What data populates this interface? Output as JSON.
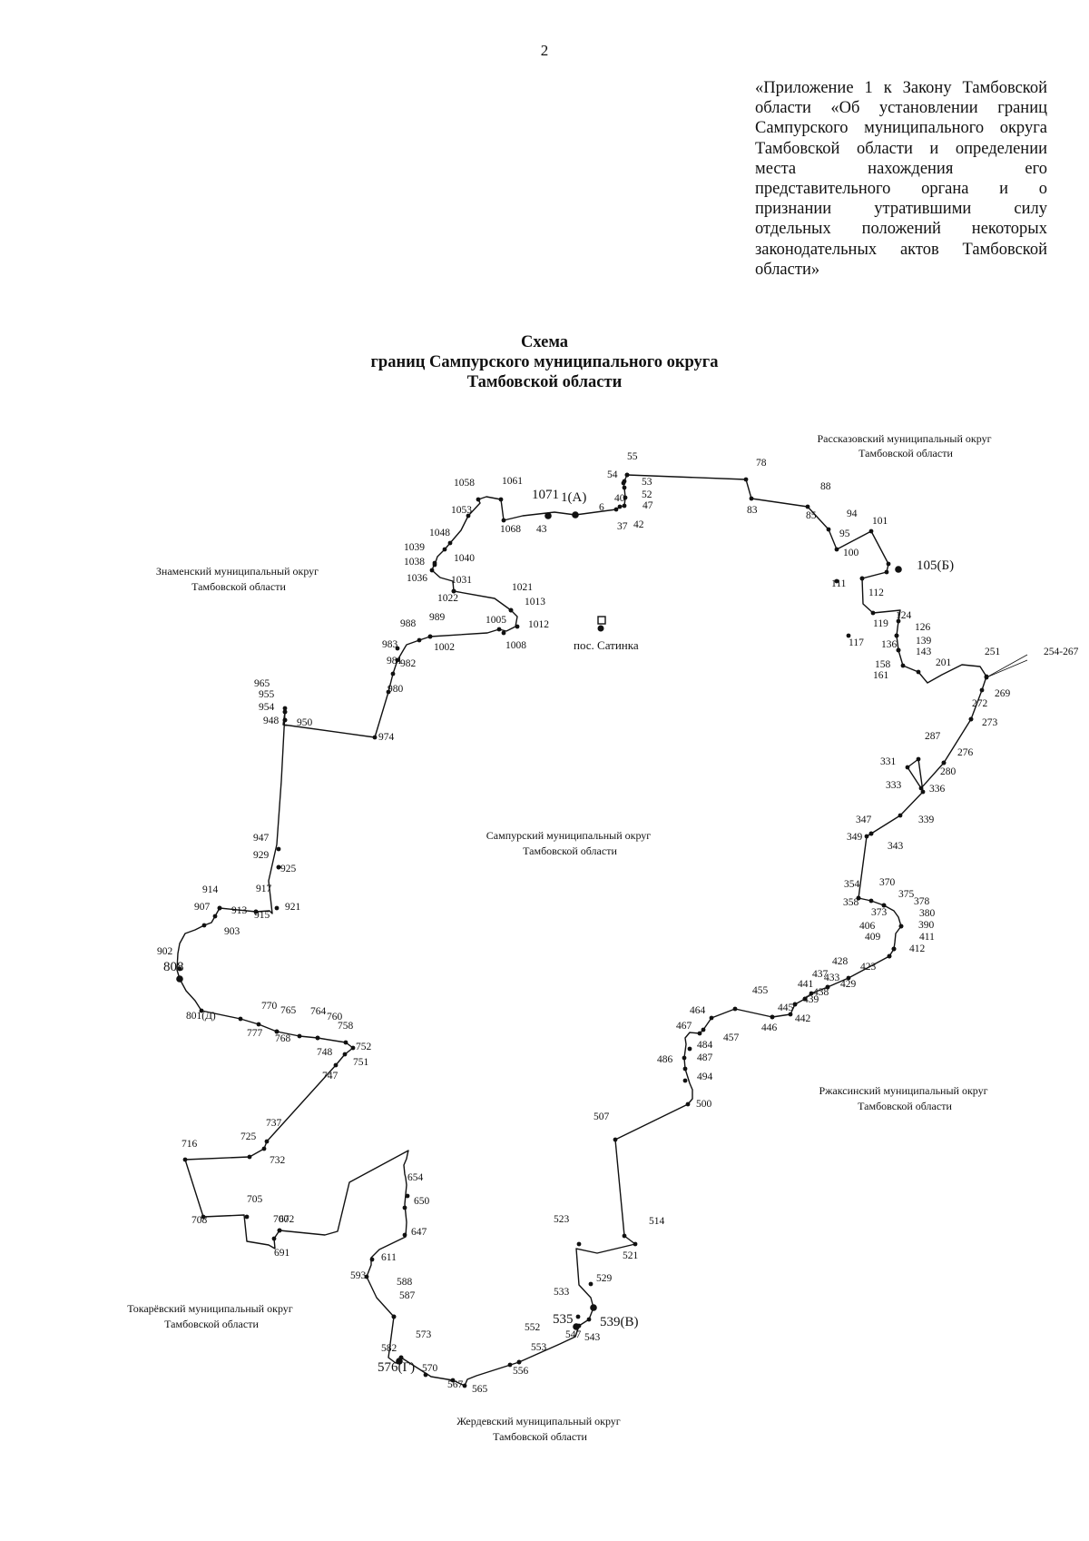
{
  "page_number": "2",
  "annex_text": "«Приложение 1 к Закону Тамбовской области «Об установлении границ Сампурского муниципального округа Тамбовской области и определении места нахождения его представительного органа и о признании утратившими силу отдельных положений некоторых законодательных актов Тамбовской области»",
  "title": {
    "line1": "Схема",
    "line2": "границ Сампурского муниципального округа",
    "line3": "Тамбовской области"
  },
  "regions": {
    "rasskazovsky": [
      "Рассказовский муниципальный округ",
      "Тамбовской области"
    ],
    "znamensky": [
      "Знаменский муниципальный округ",
      "Тамбовской области"
    ],
    "sampursky": [
      "Сампурский муниципальный округ",
      "Тамбовской области"
    ],
    "rzhaksinsky": [
      "Ржаксинский муниципальный округ",
      "Тамбовской области"
    ],
    "tokarevsky": [
      "Токарёвский муниципальный округ",
      "Тамбовской области"
    ],
    "zherdevsky": [
      "Жердевский муниципальный округ",
      "Тамбовской области"
    ]
  },
  "settlement": {
    "label": "пос. Сатинка",
    "icon": "settlement-square-icon"
  },
  "boundary_points": [
    "1(А)",
    "6",
    "37",
    "40",
    "42",
    "47",
    "52",
    "53",
    "54",
    "55",
    "78",
    "83",
    "85",
    "88",
    "94",
    "95",
    "100",
    "101",
    "105(Б)",
    "111",
    "112",
    "117",
    "119",
    "124",
    "126",
    "136",
    "139",
    "143",
    "158",
    "161",
    "201",
    "251",
    "254-267",
    "269",
    "272",
    "273",
    "276",
    "280",
    "287",
    "331",
    "333",
    "336",
    "339",
    "343",
    "347",
    "349",
    "354",
    "358",
    "370",
    "373",
    "375",
    "378",
    "380",
    "390",
    "406",
    "409",
    "411",
    "412",
    "423",
    "428",
    "429",
    "433",
    "437",
    "438",
    "439",
    "441",
    "442",
    "445",
    "446",
    "455",
    "457",
    "464",
    "467",
    "484",
    "486",
    "487",
    "494",
    "500",
    "507",
    "514",
    "521",
    "523",
    "529",
    "533",
    "535",
    "539(В)",
    "543",
    "547",
    "552",
    "553",
    "556",
    "565",
    "567",
    "570",
    "573",
    "576(Г)",
    "582",
    "587",
    "588",
    "593",
    "611",
    "647",
    "650",
    "654",
    "672",
    "691",
    "700",
    "705",
    "708",
    "716",
    "725",
    "732",
    "737",
    "747",
    "748",
    "751",
    "752",
    "758",
    "760",
    "764",
    "765",
    "768",
    "770",
    "777",
    "801(Д)",
    "808",
    "902",
    "903",
    "907",
    "913",
    "914",
    "915",
    "917",
    "921",
    "925",
    "929",
    "947",
    "948",
    "950",
    "954",
    "955",
    "965",
    "974",
    "980",
    "981",
    "982",
    "983",
    "988",
    "989",
    "1002",
    "1005",
    "1008",
    "1012",
    "1013",
    "1021",
    "1022",
    "1031",
    "1036",
    "1038",
    "1039",
    "1040",
    "1048",
    "1053",
    "1058",
    "1061",
    "1068",
    "1071",
    "43"
  ]
}
